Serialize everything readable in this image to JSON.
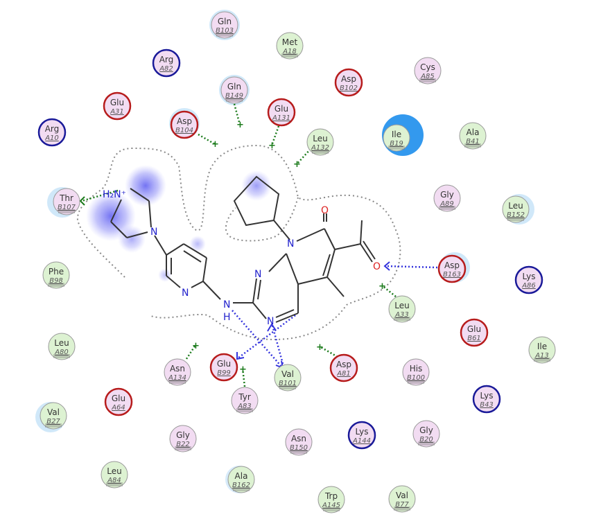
{
  "colors": {
    "acidic_ring": "#b71c1c",
    "basic_ring": "#1a1a99",
    "polar_fill": "#f2dcf2",
    "greasy_fill": "#ddf2d2",
    "neutral_ring": "#999999",
    "hbond_sidechain": "#1a7a1a",
    "hbond_backbone": "#3333dd",
    "exposure": "#b0d8f5",
    "bond": "#333333",
    "nitrogen": "#2222cc",
    "oxygen": "#dd2222",
    "pocket_outline": "#888888"
  },
  "residues": [
    {
      "name": "Gln",
      "id": "B103",
      "cls": "polar"
    },
    {
      "name": "Met",
      "id": "A18",
      "cls": "greasy"
    },
    {
      "name": "Arg",
      "id": "A82",
      "cls": "basic"
    },
    {
      "name": "Asp",
      "id": "B102",
      "cls": "acidic"
    },
    {
      "name": "Cys",
      "id": "A85",
      "cls": "polar"
    },
    {
      "name": "Glu",
      "id": "A31",
      "cls": "acidic"
    },
    {
      "name": "Gln",
      "id": "B149",
      "cls": "polar"
    },
    {
      "name": "Glu",
      "id": "A131",
      "cls": "acidic"
    },
    {
      "name": "Asp",
      "id": "B104",
      "cls": "acidic"
    },
    {
      "name": "Arg",
      "id": "A10",
      "cls": "basic"
    },
    {
      "name": "Leu",
      "id": "A132",
      "cls": "greasy"
    },
    {
      "name": "Ile",
      "id": "B19",
      "cls": "greasy"
    },
    {
      "name": "Ala",
      "id": "B41",
      "cls": "greasy"
    },
    {
      "name": "Thr",
      "id": "B107",
      "cls": "polar"
    },
    {
      "name": "Gly",
      "id": "A89",
      "cls": "polar"
    },
    {
      "name": "Leu",
      "id": "B152",
      "cls": "greasy"
    },
    {
      "name": "Phe",
      "id": "B98",
      "cls": "greasy"
    },
    {
      "name": "Asp",
      "id": "B163",
      "cls": "acidic"
    },
    {
      "name": "Lys",
      "id": "A86",
      "cls": "basic"
    },
    {
      "name": "Leu",
      "id": "A33",
      "cls": "greasy"
    },
    {
      "name": "Glu",
      "id": "B61",
      "cls": "acidic"
    },
    {
      "name": "Leu",
      "id": "A80",
      "cls": "greasy"
    },
    {
      "name": "Ile",
      "id": "A13",
      "cls": "greasy"
    },
    {
      "name": "Asn",
      "id": "A134",
      "cls": "polar"
    },
    {
      "name": "Glu",
      "id": "B99",
      "cls": "acidic"
    },
    {
      "name": "Asp",
      "id": "A81",
      "cls": "acidic"
    },
    {
      "name": "His",
      "id": "B100",
      "cls": "polar"
    },
    {
      "name": "Val",
      "id": "B101",
      "cls": "greasy"
    },
    {
      "name": "Glu",
      "id": "A64",
      "cls": "acidic"
    },
    {
      "name": "Tyr",
      "id": "A83",
      "cls": "polar"
    },
    {
      "name": "Lys",
      "id": "B43",
      "cls": "basic"
    },
    {
      "name": "Val",
      "id": "B27",
      "cls": "greasy"
    },
    {
      "name": "Gly",
      "id": "B22",
      "cls": "polar"
    },
    {
      "name": "Asn",
      "id": "B150",
      "cls": "polar"
    },
    {
      "name": "Lys",
      "id": "A144",
      "cls": "basic"
    },
    {
      "name": "Gly",
      "id": "B20",
      "cls": "polar"
    },
    {
      "name": "Leu",
      "id": "A84",
      "cls": "greasy"
    },
    {
      "name": "Ala",
      "id": "B162",
      "cls": "greasy"
    },
    {
      "name": "Trp",
      "id": "A145",
      "cls": "greasy"
    },
    {
      "name": "Val",
      "id": "B77",
      "cls": "greasy"
    }
  ],
  "atom_labels": {
    "piperazine_n_plus": "H₂N⁺",
    "piperazine_n": "N",
    "pyridine_n": "N",
    "amine_n": "N",
    "amine_h": "H",
    "pyrimidine_n_top": "N",
    "pyrimidine_n_bottom": "N",
    "lactam_n": "N",
    "carbonyl_o": "O",
    "acetyl_o": "O"
  }
}
